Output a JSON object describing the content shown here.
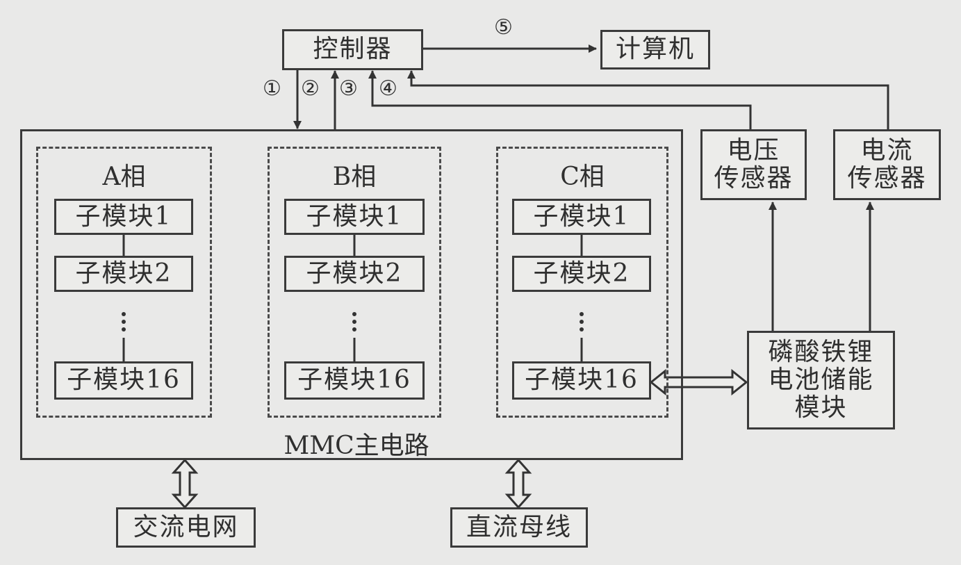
{
  "controller": "控制器",
  "computer": "计算机",
  "signals": [
    "①",
    "②",
    "③",
    "④",
    "⑤"
  ],
  "voltage_sensor": [
    "电压",
    "传感器"
  ],
  "current_sensor": [
    "电流",
    "传感器"
  ],
  "phases": [
    {
      "name": "A相",
      "modules": [
        "子模块1",
        "子模块2",
        "子模块16"
      ]
    },
    {
      "name": "B相",
      "modules": [
        "子模块1",
        "子模块2",
        "子模块16"
      ]
    },
    {
      "name": "C相",
      "modules": [
        "子模块1",
        "子模块2",
        "子模块16"
      ]
    }
  ],
  "mmc_label": "MMC主电路",
  "battery": [
    "磷酸铁锂",
    "电池储能",
    "模块"
  ],
  "ac_grid": "交流电网",
  "dc_bus": "直流母线"
}
